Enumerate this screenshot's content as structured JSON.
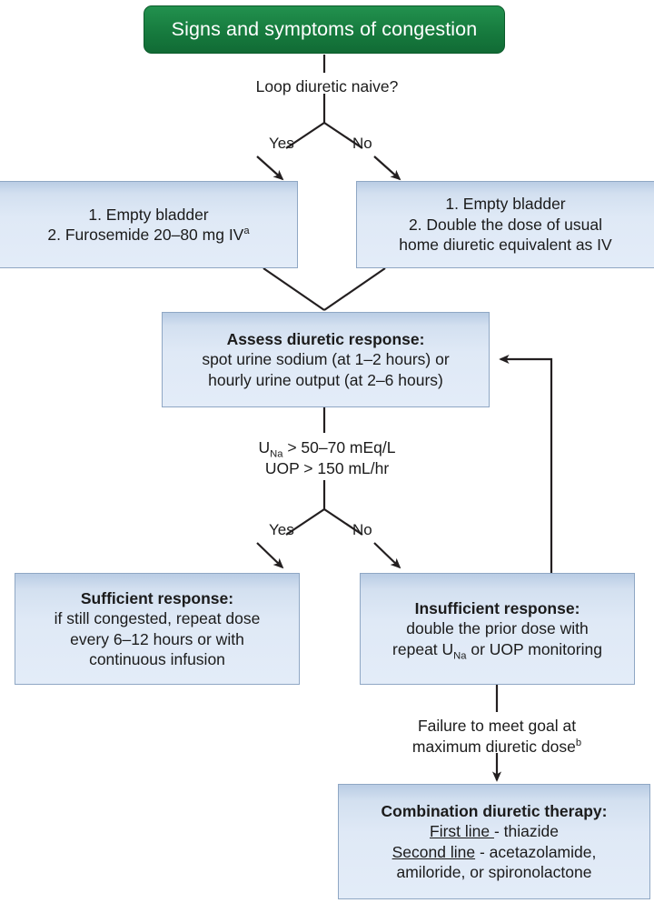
{
  "title": "Diuretic therapy algorithm for signs and symptoms of congestion",
  "colors": {
    "header_green": "#16793d",
    "header_green_border": "#0d5c2c",
    "box_blue_fill": "#dfe9f6",
    "box_blue_top": "#b9cce4",
    "box_blue_border": "#8fa7c4",
    "connector": "#231f20",
    "text": "#1c1c1c",
    "header_text": "#ffffff"
  },
  "nodes": {
    "start": {
      "label": "Signs and symptoms of congestion"
    },
    "decision1": {
      "question": "Loop diuretic naive?",
      "yes_label": "Yes",
      "no_label": "No"
    },
    "naive_yes": {
      "line1": "1. Empty bladder",
      "line2_prefix": "2. Furosemide 20–80 mg IV",
      "line2_sup": "a"
    },
    "naive_no": {
      "line1": "1. Empty bladder",
      "line2": "2. Double the dose of usual",
      "line3": "home diuretic equivalent as IV"
    },
    "assess": {
      "line1": "Assess diuretic response:",
      "line2": "spot urine sodium (at 1–2 hours) or",
      "line3": "hourly urine output (at 2–6 hours)"
    },
    "criteria": {
      "line1_pre": "U",
      "line1_sub": "Na",
      "line1_post": " > 50–70 mEq/L",
      "line2": "UOP > 150 mL/hr"
    },
    "decision2": {
      "yes_label": "Yes",
      "no_label": "No"
    },
    "sufficient": {
      "line1": "Sufficient response:",
      "line2": "if still congested, repeat dose",
      "line3": "every 6–12 hours or with",
      "line4": "continuous infusion"
    },
    "insufficient": {
      "line1": "Insufficient response:",
      "line2": "double the prior dose with",
      "line3_pre": "repeat U",
      "line3_sub": "Na",
      "line3_post": " or UOP monitoring"
    },
    "failure": {
      "line1": "Failure to meet goal at",
      "line2_pre": "maximum diuretic dose",
      "line2_sup": "b"
    },
    "combination": {
      "line1": "Combination diuretic therapy:",
      "line2_underlined": "First line ",
      "line2_rest": "- thiazide",
      "line3_underlined": "Second line",
      "line3_rest": " - acetazolamide,",
      "line4": "amiloride, or spironolactone"
    }
  }
}
